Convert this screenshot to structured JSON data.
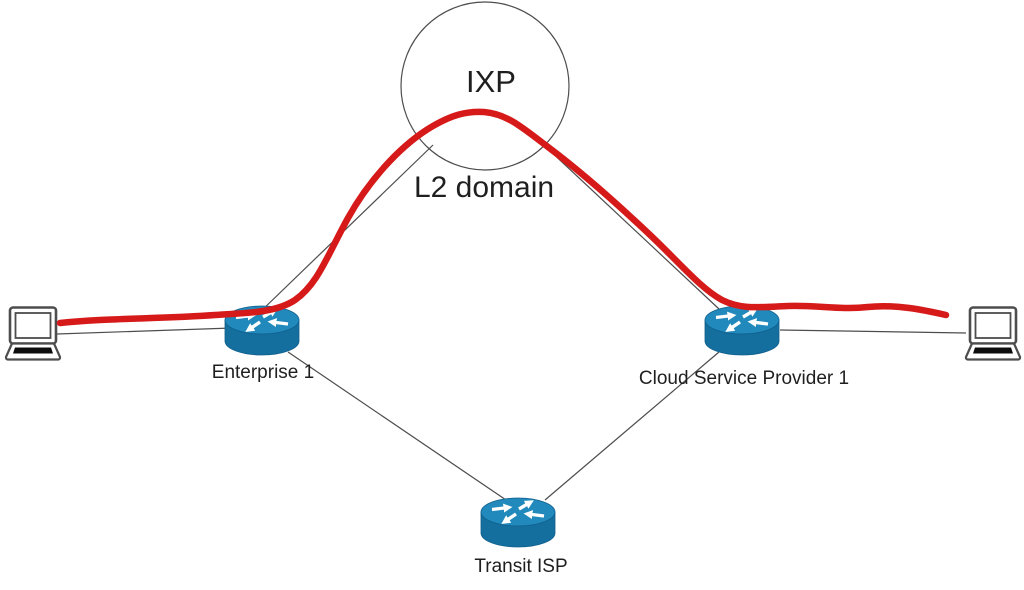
{
  "diagram": {
    "type": "network-topology",
    "labels": {
      "ixp": "IXP",
      "l2_domain": "L2 domain",
      "enterprise": "Enterprise 1",
      "cloud_provider": "Cloud Service Provider 1",
      "transit": "Transit ISP"
    },
    "nodes": [
      {
        "id": "laptop-left",
        "icon": "laptop-icon",
        "label": ""
      },
      {
        "id": "enterprise-router",
        "icon": "router-icon",
        "label": "Enterprise 1"
      },
      {
        "id": "ixp-cloud",
        "icon": "circle-outline",
        "label": "IXP",
        "sublabel": "L2 domain"
      },
      {
        "id": "cloud-provider-router",
        "icon": "router-icon",
        "label": "Cloud Service Provider 1"
      },
      {
        "id": "transit-router",
        "icon": "router-icon",
        "label": "Transit ISP"
      },
      {
        "id": "laptop-right",
        "icon": "laptop-icon",
        "label": ""
      }
    ],
    "edges": [
      {
        "from": "laptop-left",
        "to": "enterprise-router"
      },
      {
        "from": "enterprise-router",
        "to": "ixp-cloud"
      },
      {
        "from": "ixp-cloud",
        "to": "cloud-provider-router"
      },
      {
        "from": "enterprise-router",
        "to": "transit-router"
      },
      {
        "from": "cloud-provider-router",
        "to": "transit-router"
      },
      {
        "from": "cloud-provider-router",
        "to": "laptop-right"
      }
    ],
    "traffic_path": {
      "route": [
        "laptop-left",
        "enterprise-router",
        "ixp-cloud",
        "cloud-provider-router",
        "laptop-right"
      ],
      "color": "#d61a1a"
    },
    "colors": {
      "router_body": "#146e9e",
      "router_top": "#2189bb",
      "line": "#4d4d4d",
      "background": "#ffffff",
      "text": "#1f1f1f"
    }
  }
}
